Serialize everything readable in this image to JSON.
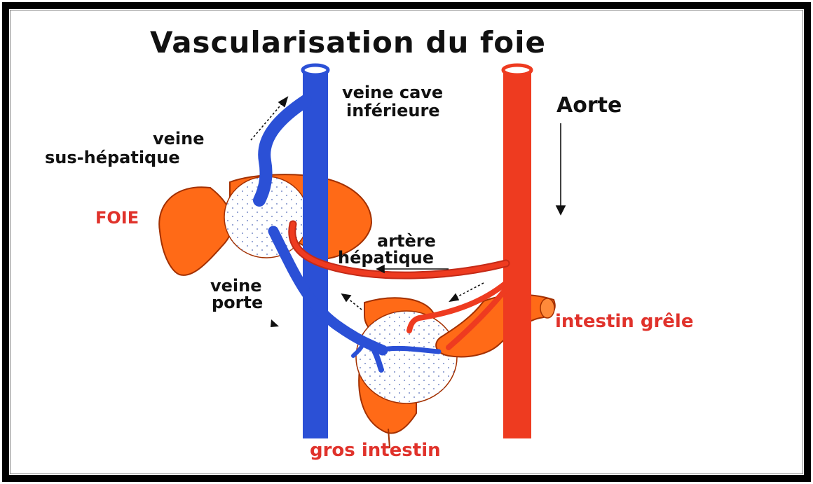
{
  "title": "Vascularisation du foie",
  "labels": {
    "vci_line1": "veine cave",
    "vci_line2": "inférieure",
    "aorta": "Aorte",
    "hepatic_vein_line1": "veine",
    "hepatic_vein_line2": "sus-hépatique",
    "liver": "FOIE",
    "hepatic_artery_line1": "artère",
    "hepatic_artery_line2": "hépatique",
    "portal_vein_line1": "veine",
    "portal_vein_line2": "porte",
    "small_intestine": "intestin grêle",
    "large_intestine": "gros intestin"
  },
  "colors": {
    "vein": "#2b50d6",
    "artery": "#ee3b20",
    "organ": "#ff6a17",
    "label_dark": "#111111",
    "label_red": "#e0322b",
    "frame": "#000000"
  }
}
